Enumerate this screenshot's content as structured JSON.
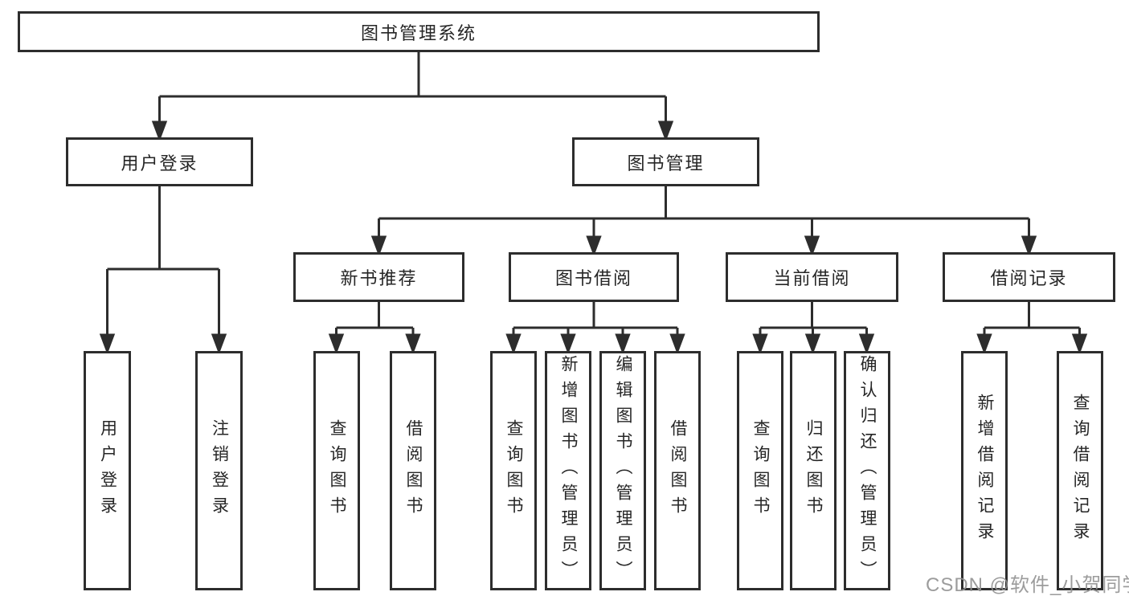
{
  "tree": {
    "label": "图书管理系统",
    "children": [
      {
        "label": "用户登录",
        "children": [
          {
            "label": "用户登录"
          },
          {
            "label": "注销登录"
          }
        ]
      },
      {
        "label": "图书管理",
        "children": [
          {
            "label": "新书推荐",
            "children": [
              {
                "label": "查询图书"
              },
              {
                "label": "借阅图书"
              }
            ]
          },
          {
            "label": "图书借阅",
            "children": [
              {
                "label": "查询图书"
              },
              {
                "label": "新增图书（管理员）"
              },
              {
                "label": "编辑图书（管理员）"
              },
              {
                "label": "借阅图书"
              }
            ]
          },
          {
            "label": "当前借阅",
            "children": [
              {
                "label": "查询图书"
              },
              {
                "label": "归还图书"
              },
              {
                "label": "确认归还（管理员）"
              }
            ]
          },
          {
            "label": "借阅记录",
            "children": [
              {
                "label": "新增借阅记录"
              },
              {
                "label": "查询借阅记录"
              }
            ]
          }
        ]
      }
    ]
  },
  "watermark": {
    "text": "CSDN @软件_小贺同学"
  },
  "colors": {
    "line": "#2d2d2d",
    "text": "#262626",
    "box_background": "#ffffff",
    "watermark": "#919191",
    "background": "#ffffff"
  }
}
